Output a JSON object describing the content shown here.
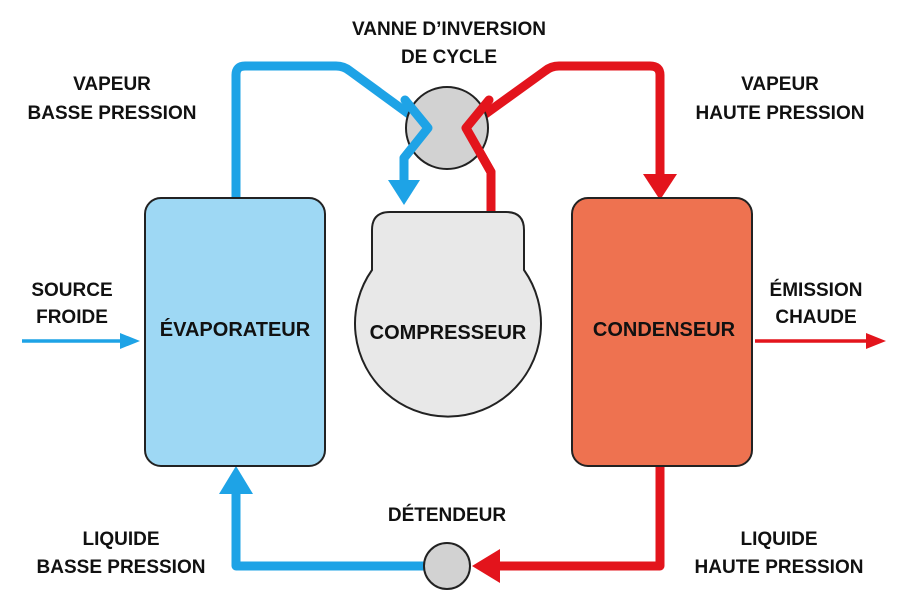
{
  "colors": {
    "cold": "#1ea3e6",
    "hot": "#e3141c",
    "evaporator_fill": "#9ed8f4",
    "condenser_fill": "#ee7250",
    "compressor_fill": "#e8e8e8",
    "valve_fill": "#d2d2d2",
    "outline": "#222222"
  },
  "labels": {
    "valve": {
      "line1": "VANNE D’INVERSION",
      "line2": "DE CYCLE"
    },
    "vapor_low": {
      "line1": "VAPEUR",
      "line2": "BASSE PRESSION"
    },
    "vapor_high": {
      "line1": "VAPEUR",
      "line2": "HAUTE PRESSION"
    },
    "cold_source": {
      "line1": "SOURCE",
      "line2": "FROIDE"
    },
    "hot_emission": {
      "line1": "ÉMISSION",
      "line2": "CHAUDE"
    },
    "liquid_low": {
      "line1": "LIQUIDE",
      "line2": "BASSE PRESSION"
    },
    "liquid_high": {
      "line1": "LIQUIDE",
      "line2": "HAUTE PRESSION"
    },
    "expansion_valve": "DÉTENDEUR"
  },
  "components": {
    "evaporator": "ÉVAPORATEUR",
    "compressor": "COMPRESSEUR",
    "condenser": "CONDENSEUR"
  }
}
